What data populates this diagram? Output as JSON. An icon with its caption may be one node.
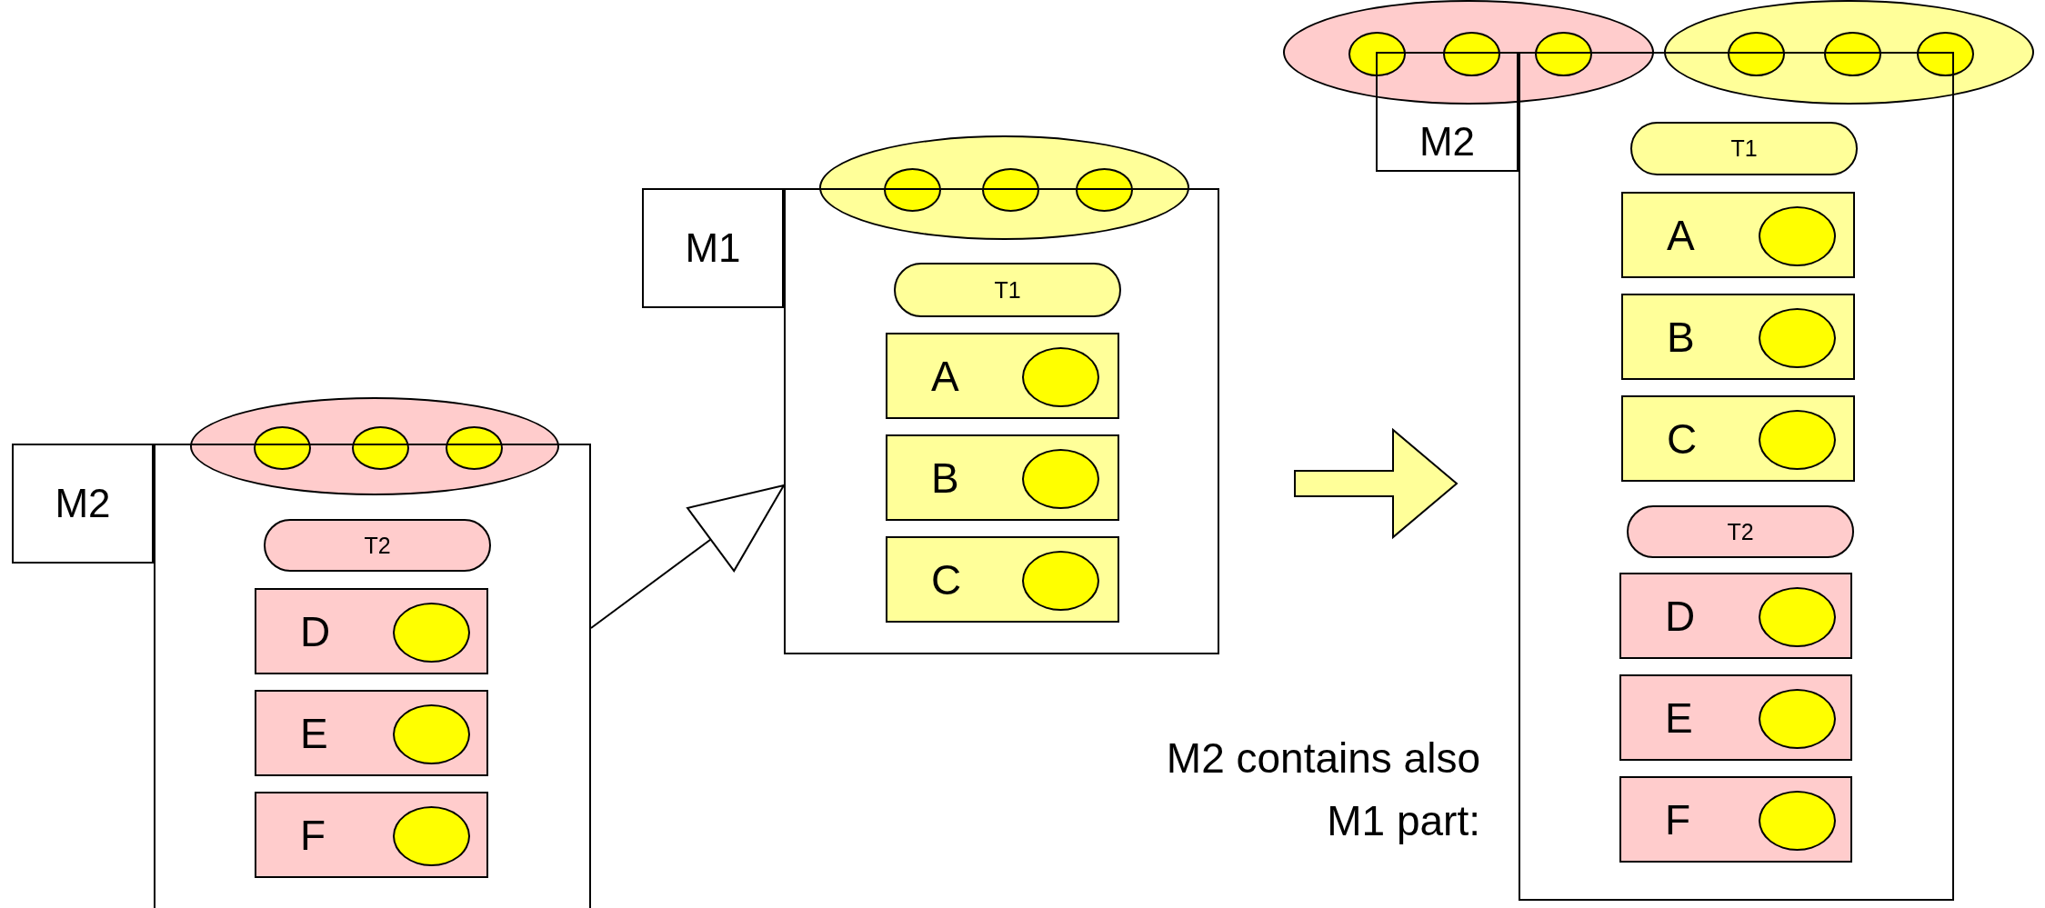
{
  "diagram": {
    "nodes": [
      {
        "text": [
          "M2"
        ]
      },
      {
        "text": [],
        "shape": "ellipse"
      },
      {
        "text": [],
        "shape": "circle",
        "in": 1
      },
      {
        "text": [],
        "shape": "circle",
        "in": 1
      },
      {
        "text": [],
        "shape": "circle",
        "in": 1
      },
      {
        "text": [],
        "shape": "box"
      },
      {
        "text": [
          "T2"
        ],
        "in": 5
      },
      {
        "text": [
          "D"
        ],
        "in": 5
      },
      {
        "text": [],
        "shape": "circle",
        "in": 7
      },
      {
        "text": [
          "E"
        ],
        "in": 5
      },
      {
        "text": [],
        "shape": "circle",
        "in": 9
      },
      {
        "text": [
          "F"
        ],
        "in": 5
      },
      {
        "text": [],
        "shape": "circle",
        "in": 11
      },
      {
        "text": [
          "M1"
        ]
      },
      {
        "text": [],
        "shape": "ellipse"
      },
      {
        "text": [],
        "shape": "circle",
        "in": 14
      },
      {
        "text": [],
        "shape": "circle",
        "in": 14
      },
      {
        "text": [],
        "shape": "circle",
        "in": 14
      },
      {
        "text": [],
        "shape": "box"
      },
      {
        "text": [
          "T1"
        ],
        "in": 18
      },
      {
        "text": [
          "A"
        ],
        "in": 18
      },
      {
        "text": [],
        "shape": "circle",
        "in": 20
      },
      {
        "text": [
          "B"
        ],
        "in": 18
      },
      {
        "text": [],
        "shape": "circle",
        "in": 22
      },
      {
        "text": [
          "C"
        ],
        "in": 18
      },
      {
        "text": [],
        "shape": "circle",
        "in": 24
      },
      {
        "text": [],
        "shape": "ellipse"
      },
      {
        "text": [],
        "shape": "circle",
        "in": 26
      },
      {
        "text": [],
        "shape": "circle",
        "in": 26
      },
      {
        "text": [],
        "shape": "circle",
        "in": 26
      },
      {
        "text": [],
        "shape": "ellipse"
      },
      {
        "text": [],
        "shape": "circle",
        "in": 30
      },
      {
        "text": [],
        "shape": "circle",
        "in": 30
      },
      {
        "text": [],
        "shape": "circle",
        "in": 30
      },
      {
        "text": [
          "M2"
        ]
      },
      {
        "text": [],
        "shape": "box"
      },
      {
        "text": [
          "T1"
        ],
        "in": 35
      },
      {
        "text": [
          "A"
        ],
        "in": 35
      },
      {
        "text": [],
        "shape": "circle",
        "in": 37
      },
      {
        "text": [
          "B"
        ],
        "in": 35
      },
      {
        "text": [],
        "shape": "circle",
        "in": 39
      },
      {
        "text": [
          "C"
        ],
        "in": 35
      },
      {
        "text": [],
        "shape": "circle",
        "in": 41
      },
      {
        "text": [
          "T2"
        ],
        "in": 35
      },
      {
        "text": [
          "D"
        ],
        "in": 35
      },
      {
        "text": [],
        "shape": "circle",
        "in": 44
      },
      {
        "text": [
          "E"
        ],
        "in": 35
      },
      {
        "text": [],
        "shape": "circle",
        "in": 46
      },
      {
        "text": [
          "F"
        ],
        "in": 35
      },
      {
        "text": [],
        "shape": "circle",
        "in": 48
      }
    ],
    "edges": [
      {
        "from": 5,
        "to": 18,
        "arrow": "to"
      },
      {
        "from": 18,
        "to": 35,
        "arrow": "to",
        "style": "thick"
      }
    ],
    "labels": [
      "M2 contains also M1 part:"
    ]
  }
}
